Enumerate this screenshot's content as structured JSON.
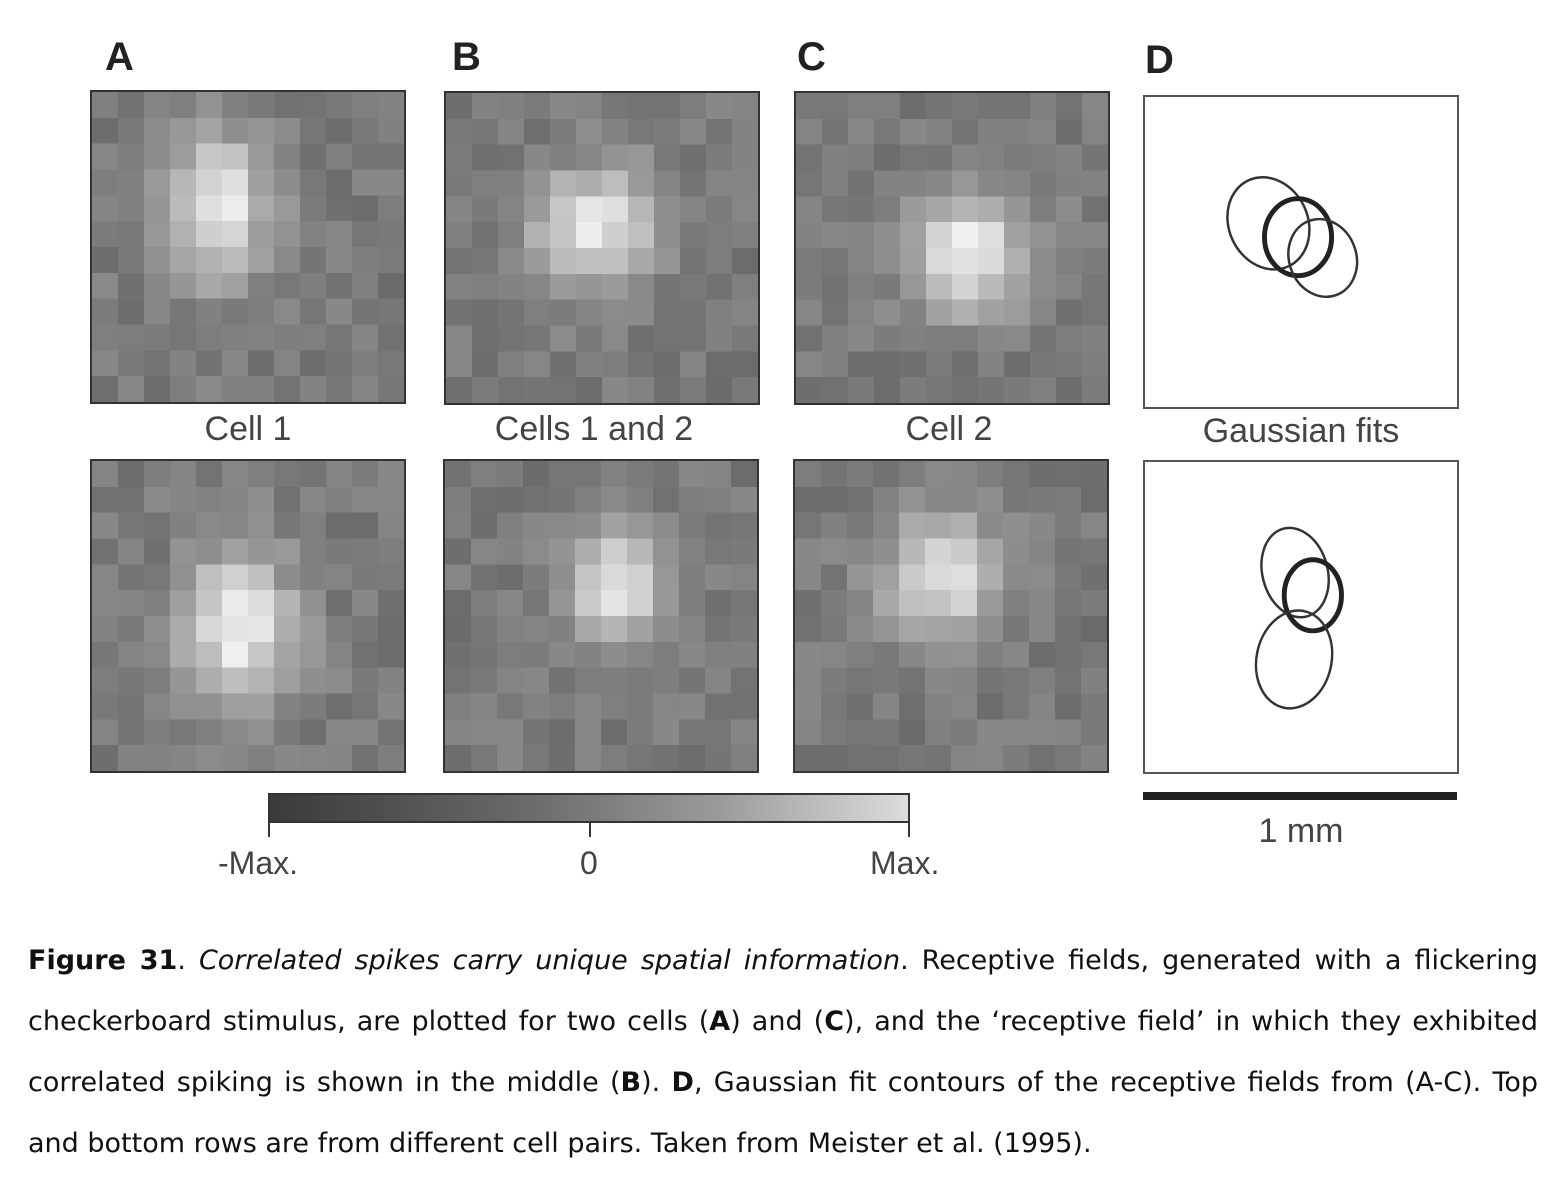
{
  "panels": {
    "a": {
      "letter": "A",
      "label": "Cell 1"
    },
    "b": {
      "letter": "B",
      "label": "Cells 1 and 2"
    },
    "c": {
      "letter": "C",
      "label": "Cell 2"
    },
    "d": {
      "letter": "D",
      "label": "Gaussian fits"
    }
  },
  "colorbar": {
    "min_label": "-Max.",
    "mid_label": "0",
    "max_label": "Max."
  },
  "scalebar": {
    "label": "1 mm"
  },
  "caption": {
    "fig_label": "Figure 31",
    "sep1": ". ",
    "title": "Correlated spikes carry unique spatial information",
    "text1": ". Receptive fields, generated with a flickering checkerboard stimulus, are plotted for two cells (",
    "ref_a": "A",
    "text2": ") and (",
    "ref_c": "C",
    "text3": "), and the ‘receptive field’ in which they exhibited correlated spiking is shown in the middle (",
    "ref_b": "B",
    "text4": "). ",
    "ref_d": "D",
    "text5": ", Gaussian fit contours of the receptive fields from (A-C). Top and bottom rows are from different cell pairs. Taken from Meister et al. (1995)."
  },
  "receptive_fields": [
    {
      "id": "top-a",
      "grid": 12,
      "peaks": [
        {
          "cx": 4.8,
          "cy": 4.5,
          "sx": 1.4,
          "sy": 2.0,
          "amp": 1.0
        }
      ]
    },
    {
      "id": "top-b",
      "grid": 12,
      "peaks": [
        {
          "cx": 5.7,
          "cy": 5.2,
          "sx": 1.6,
          "sy": 1.6,
          "amp": 1.0
        }
      ]
    },
    {
      "id": "top-c",
      "grid": 12,
      "peaks": [
        {
          "cx": 6.6,
          "cy": 6.2,
          "sx": 1.6,
          "sy": 1.6,
          "amp": 1.0
        }
      ]
    },
    {
      "id": "bottom-a",
      "grid": 12,
      "peaks": [
        {
          "cx": 5.6,
          "cy": 6.6,
          "sx": 1.5,
          "sy": 2.2,
          "amp": 1.0
        }
      ]
    },
    {
      "id": "bottom-b",
      "grid": 12,
      "peaks": [
        {
          "cx": 6.6,
          "cy": 4.8,
          "sx": 1.3,
          "sy": 1.5,
          "amp": 0.9
        }
      ]
    },
    {
      "id": "bottom-c",
      "grid": 12,
      "peaks": [
        {
          "cx": 5.7,
          "cy": 4.5,
          "sx": 1.6,
          "sy": 1.6,
          "amp": 0.9
        }
      ]
    }
  ]
}
